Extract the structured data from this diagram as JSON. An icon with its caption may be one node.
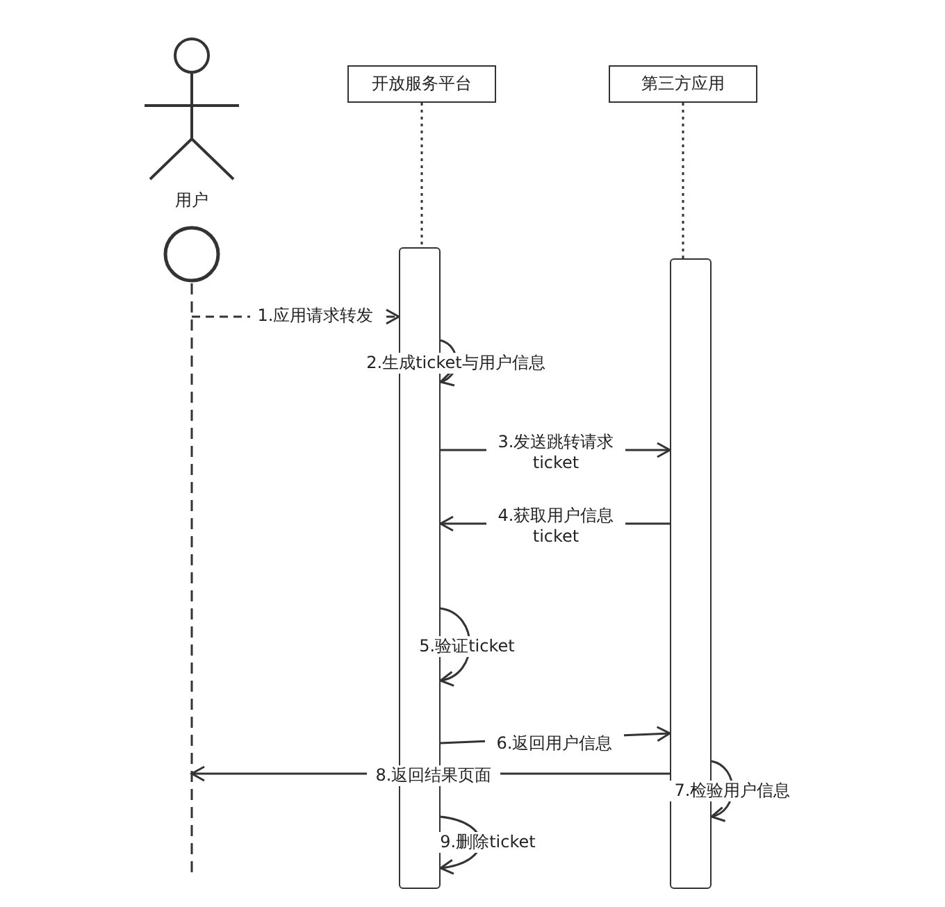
{
  "diagram": {
    "nodes": [
      {
        "text": [
          "用户"
        ]
      },
      {
        "text": [
          "开放服务平台"
        ]
      },
      {
        "text": [
          "第三方应用"
        ]
      },
      {
        "text": [],
        "shape": "circle"
      },
      {
        "text": [],
        "shape": "bar"
      },
      {
        "text": [],
        "shape": "bar"
      }
    ],
    "edges": [
      {
        "from": 1,
        "to": 4,
        "arrow": "none",
        "style": "dashed"
      },
      {
        "from": 2,
        "to": 5,
        "arrow": "none",
        "style": "dashed"
      },
      {
        "from": 3,
        "to": null,
        "arrow": "none",
        "style": "dashed"
      },
      {
        "from": null,
        "to": 4,
        "arrow": "to",
        "style": "dashed",
        "label": "1.应用请求转发"
      },
      {
        "from": 4,
        "to": 4,
        "arrow": "to",
        "label": "2.生成ticket与用户信息"
      },
      {
        "from": 4,
        "to": 5,
        "arrow": "to",
        "label": "3.发送跳转请求 ticket"
      },
      {
        "from": 5,
        "to": 4,
        "arrow": "to",
        "label": "4.获取用户信息 ticket"
      },
      {
        "from": 4,
        "to": 4,
        "arrow": "to",
        "label": "5.验证ticket"
      },
      {
        "from": 4,
        "to": 5,
        "arrow": "to",
        "label": "6.返回用户信息"
      },
      {
        "from": 5,
        "to": 5,
        "arrow": "to",
        "label": "7.检验用户信息"
      },
      {
        "from": 5,
        "to": null,
        "arrow": "to",
        "label": "8.返回结果页面"
      },
      {
        "from": 4,
        "to": 4,
        "arrow": "to",
        "label": "9.删除ticket"
      }
    ]
  }
}
